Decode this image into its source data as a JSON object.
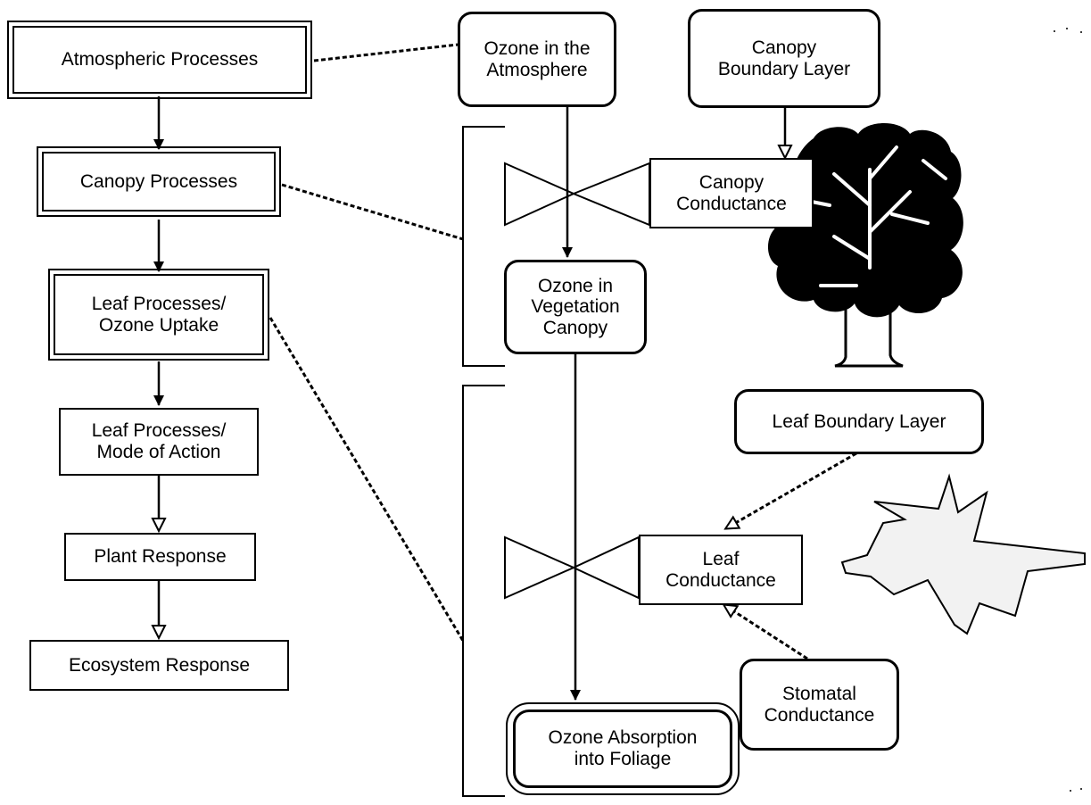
{
  "left_chain": {
    "atmospheric": "Atmospheric Processes",
    "canopy": "Canopy Processes",
    "leaf_uptake": "Leaf Processes/\nOzone Uptake",
    "leaf_action": "Leaf Processes/\nMode of Action",
    "plant_response": "Plant Response",
    "ecosystem_response": "Ecosystem Response"
  },
  "right_flow": {
    "ozone_atmosphere": "Ozone in the\nAtmosphere",
    "canopy_boundary": "Canopy\nBoundary Layer",
    "canopy_conductance": "Canopy\nConductance",
    "ozone_canopy": "Ozone in\nVegetation\nCanopy",
    "leaf_boundary": "Leaf Boundary Layer",
    "leaf_conductance": "Leaf\nConductance",
    "stomatal_conductance": "Stomatal\nConductance",
    "ozone_absorption": "Ozone Absorption\ninto Foliage"
  },
  "icons": {
    "tree": "tree-icon",
    "leaf": "leaf-icon",
    "valve": "valve-icon"
  },
  "colors": {
    "line": "#000000",
    "background": "#ffffff",
    "leaf_fill": "#f2f2f2"
  }
}
